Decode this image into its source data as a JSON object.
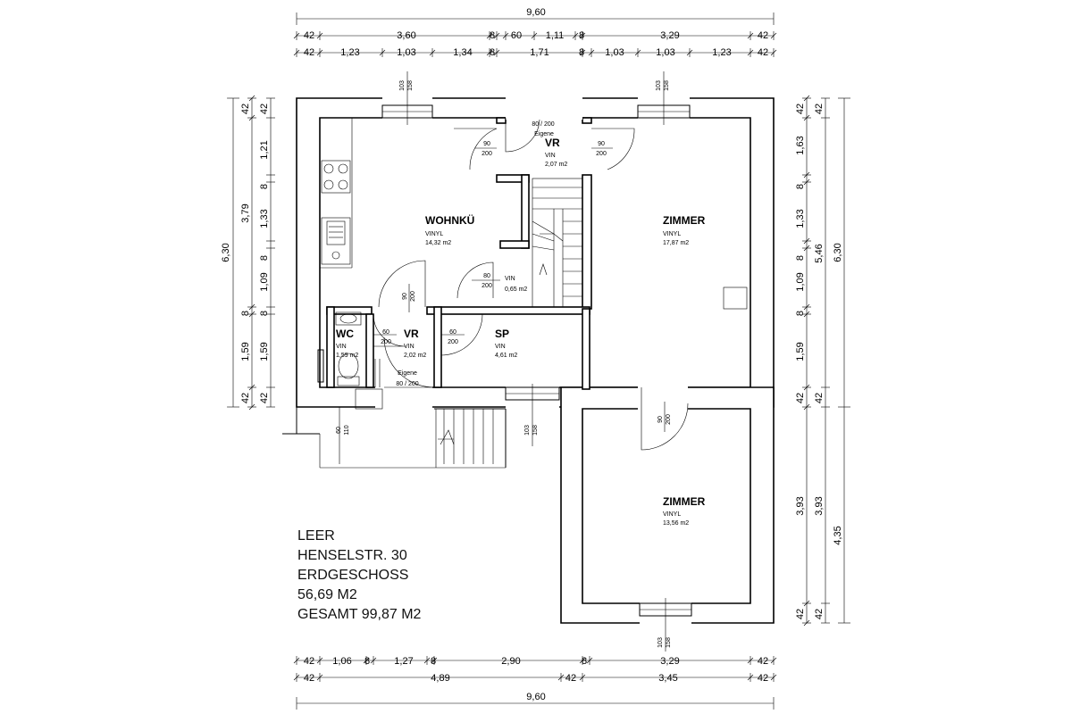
{
  "info": {
    "city": "LEER",
    "street": "HENSELSTR. 30",
    "floor": "ERDGESCHOSS",
    "area": "56,69 M2",
    "total": "GESAMT 99,87 M2"
  },
  "rooms": [
    {
      "name": "WOHNKÜ",
      "floor": "VINYL",
      "area": "14,32 m2"
    },
    {
      "name": "ZIMMER",
      "floor": "VINYL",
      "area": "17,87 m2"
    },
    {
      "name": "VR",
      "floor": "VIN",
      "area": "2,07 m2"
    },
    {
      "name": "",
      "floor": "VIN",
      "area": "0,65 m2"
    },
    {
      "name": "WC",
      "floor": "VIN",
      "area": "1,59 m2"
    },
    {
      "name": "VR",
      "floor": "VIN",
      "area": "2,02 m2"
    },
    {
      "name": "SP",
      "floor": "VIN",
      "area": "4,61 m2"
    },
    {
      "name": "ZIMMER",
      "floor": "VINYL",
      "area": "13,56 m2"
    }
  ],
  "dims": {
    "top_total": "9,60",
    "top_row1": [
      "42",
      "3,60",
      "8",
      "60",
      "1,11",
      "8",
      "3,29",
      "42"
    ],
    "top_row2": [
      "42",
      "1,23",
      "1,03",
      "1,34",
      "8",
      "1,71",
      "8",
      "1,03",
      "1,03",
      "1,23",
      "42"
    ],
    "bottom_row1": [
      "42",
      "1,06",
      "8",
      "1,27",
      "8",
      "2,90",
      "8",
      "3,29",
      "42"
    ],
    "bottom_row2": [
      "42",
      "4,89",
      "42",
      "3,45",
      "42"
    ],
    "bottom_total": "9,60",
    "left_total": "6,30",
    "left_row1": [
      "42",
      "3,79",
      "8",
      "1,59",
      "42"
    ],
    "left_row2": [
      "42",
      "1,21",
      "8",
      "1,33",
      "8",
      "1,09",
      "8",
      "1,59",
      "42"
    ],
    "right_row1": [
      "42",
      "1,63",
      "8",
      "1,33",
      "8",
      "1,09",
      "8",
      "1,59",
      "42",
      "3,93",
      "42"
    ],
    "right_row2": [
      "42",
      "5,46",
      "42",
      "3,93",
      "42"
    ],
    "right_total": "6,30",
    "right_total2": "4,35"
  },
  "openings": {
    "door_90_200": [
      "90",
      "200"
    ],
    "door_80_200": [
      "80",
      "200"
    ],
    "door_60_200": [
      "60",
      "200"
    ],
    "entry_door": [
      "80 / 200",
      "Eigene"
    ],
    "window_103_158": [
      "103",
      "158"
    ],
    "window_60_110": [
      "60",
      "110"
    ]
  }
}
